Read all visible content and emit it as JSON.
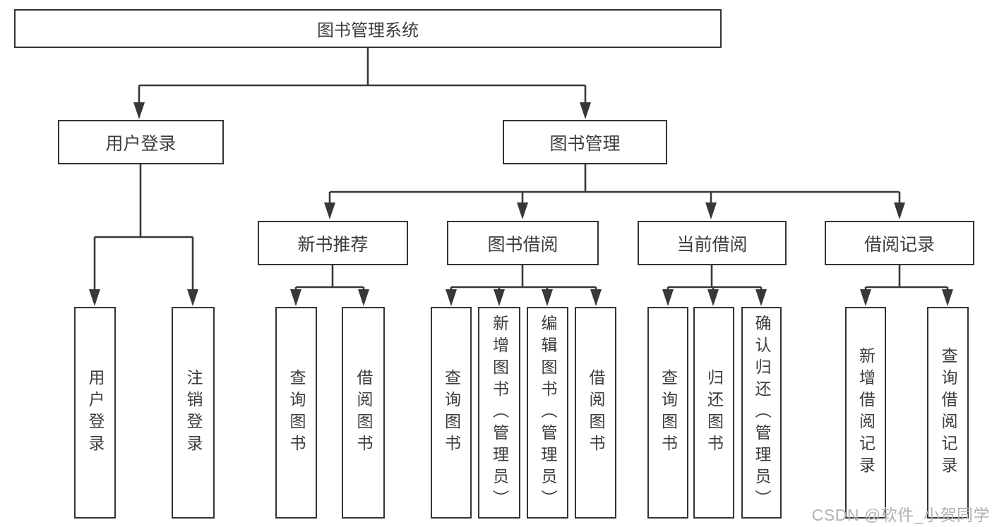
{
  "diagram": {
    "root": {
      "label": "图书管理系统"
    },
    "branches": {
      "user_login": {
        "label": "用户登录",
        "children": {
          "login": {
            "label": "用户登录"
          },
          "logout": {
            "label": "注销登录"
          }
        }
      },
      "book_management": {
        "label": "图书管理",
        "modules": {
          "new_books": {
            "label": "新书推荐",
            "children": {
              "query": {
                "label": "查询图书"
              },
              "borrow": {
                "label": "借阅图书"
              }
            }
          },
          "book_borrowing": {
            "label": "图书借阅",
            "children": {
              "query": {
                "label": "查询图书"
              },
              "add": {
                "label": "新增图书（管理员）"
              },
              "edit": {
                "label": "编辑图书（管理员）"
              },
              "borrow": {
                "label": "借阅图书"
              }
            }
          },
          "current_borrowing": {
            "label": "当前借阅",
            "children": {
              "query": {
                "label": "查询图书"
              },
              "return": {
                "label": "归还图书"
              },
              "confirm": {
                "label": "确认归还（管理员）"
              }
            }
          },
          "borrowing_records": {
            "label": "借阅记录",
            "children": {
              "add": {
                "label": "新增借阅记录"
              },
              "query": {
                "label": "查询借阅记录"
              }
            }
          }
        }
      }
    }
  },
  "watermark": {
    "text": "CSDN @软件_小贺同学"
  },
  "colors": {
    "line": "#383838",
    "box_border": "#343434",
    "text": "#3d3d3d",
    "watermark": "#b2b2b2",
    "background": "#ffffff"
  }
}
